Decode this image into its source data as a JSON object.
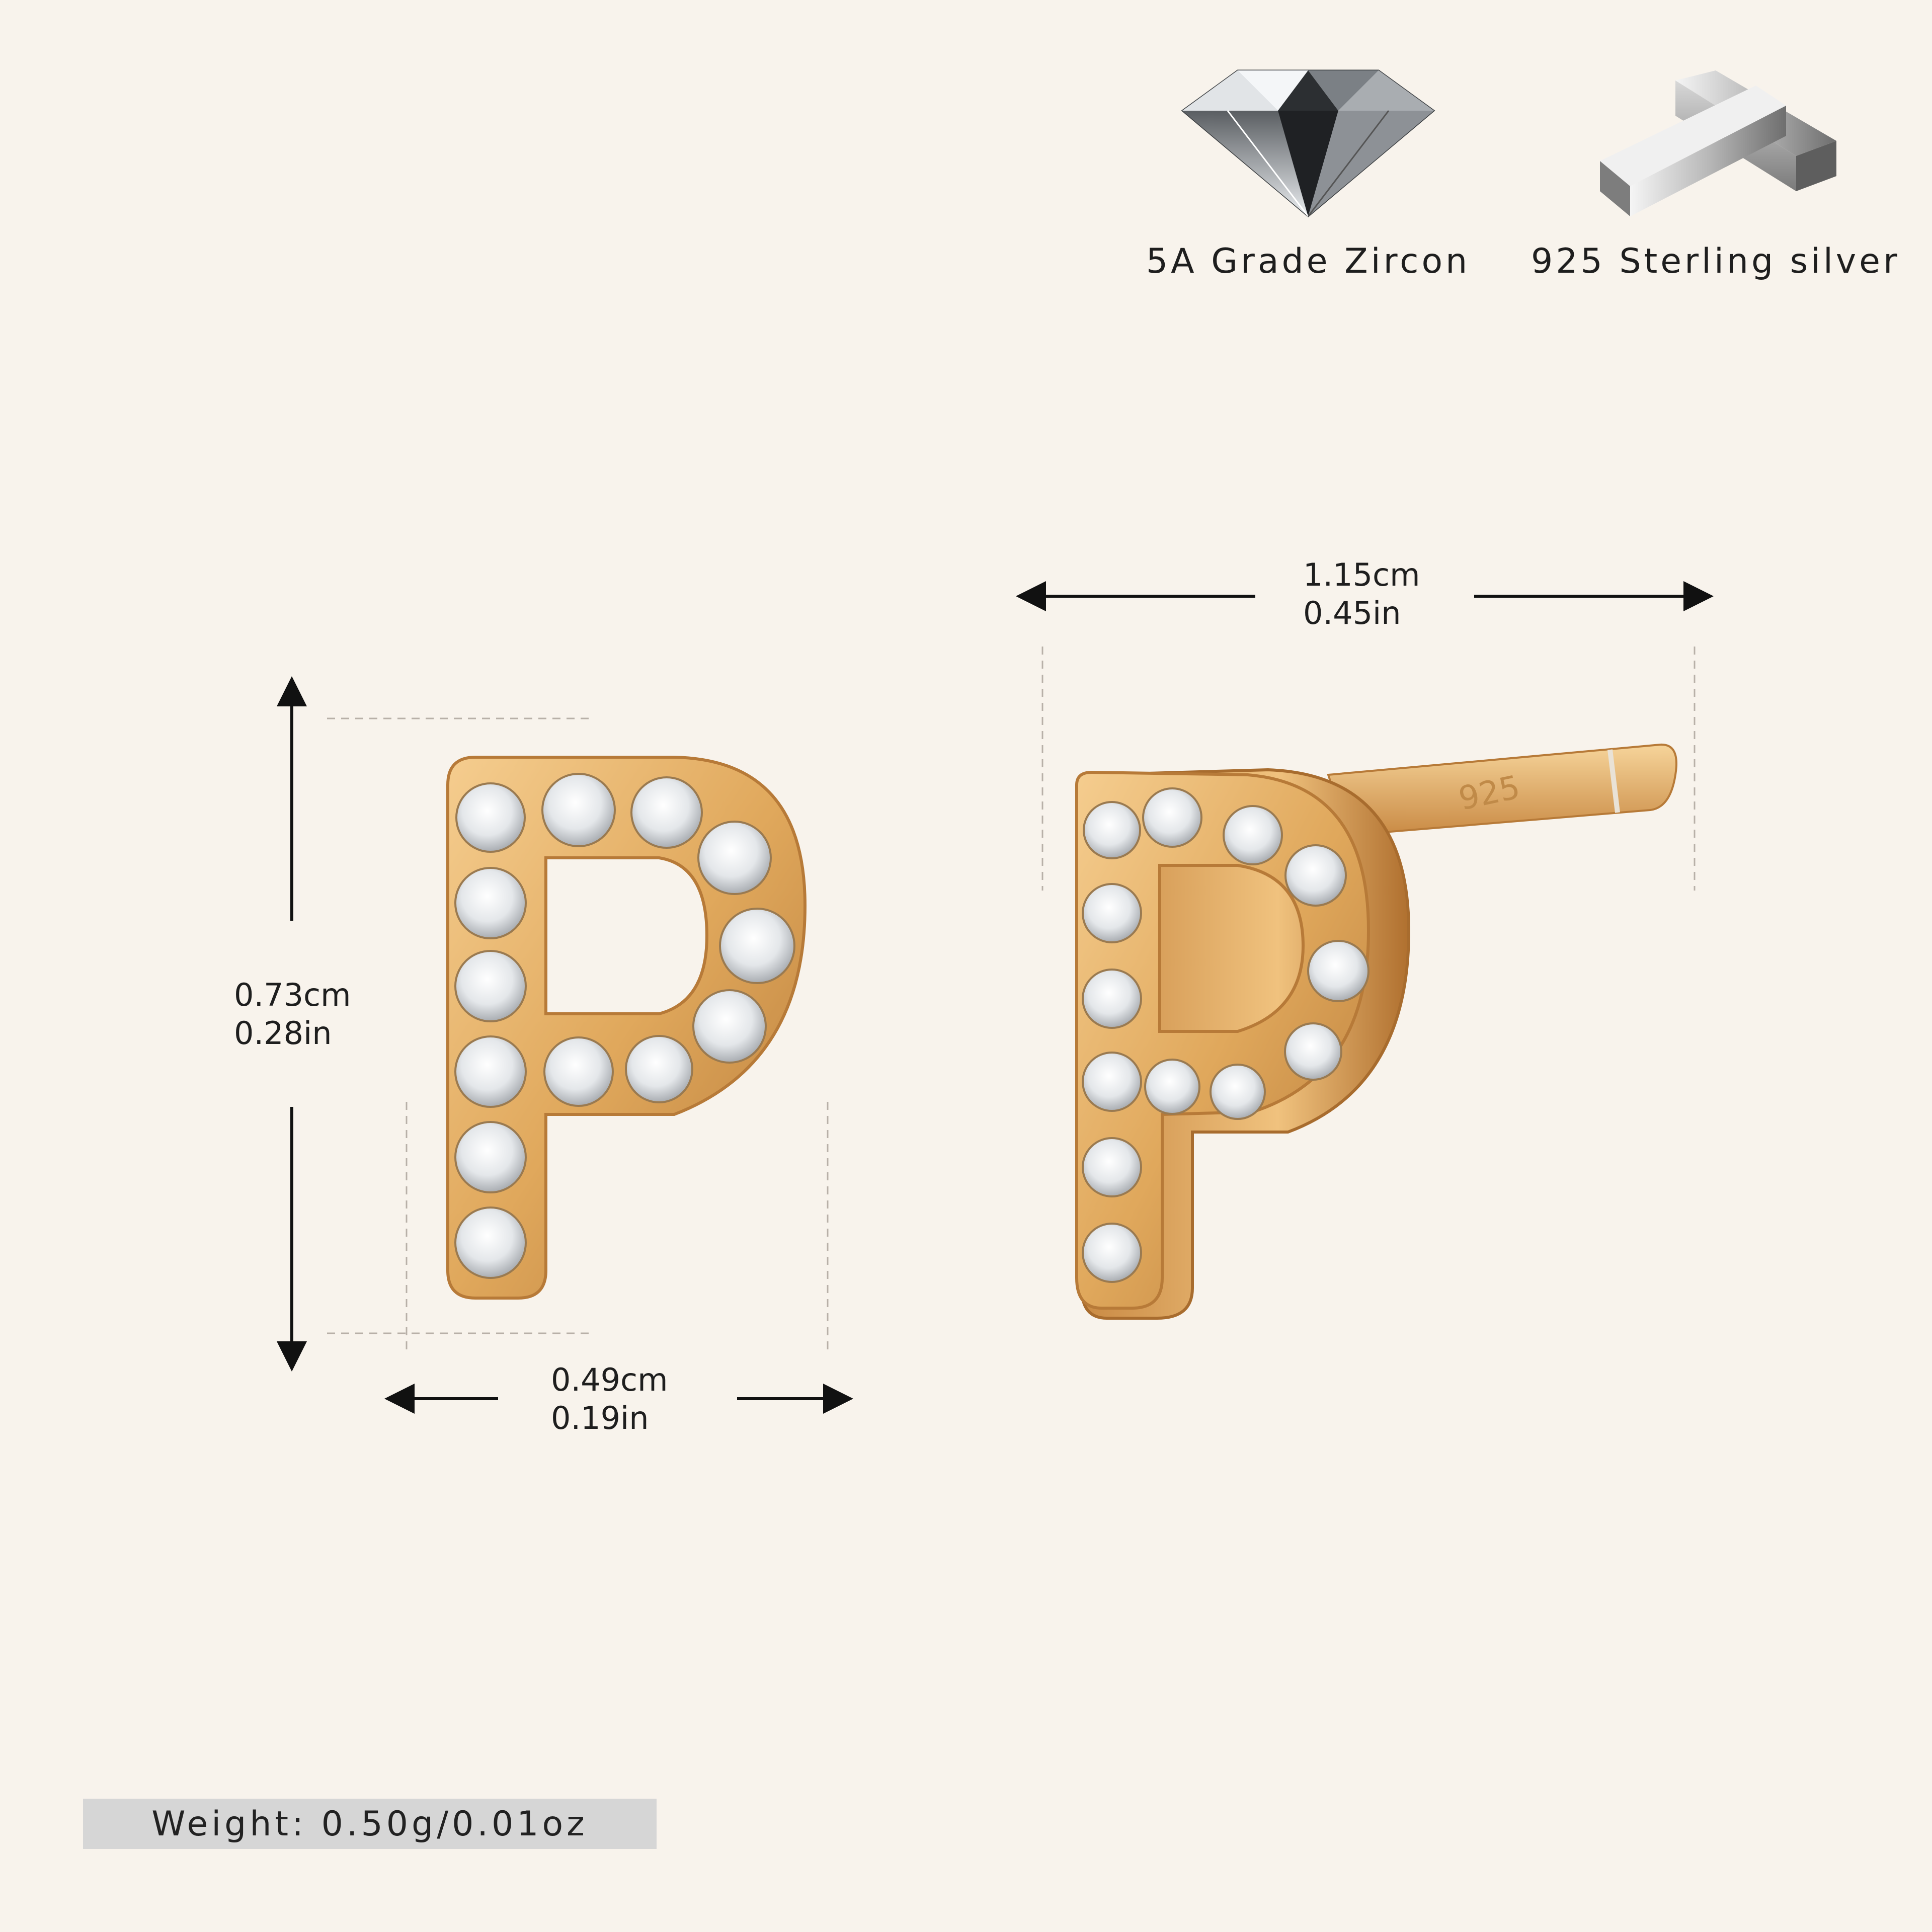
{
  "features": [
    {
      "label": "5A Grade Zircon",
      "icon": "diamond-icon"
    },
    {
      "label": "925 Sterling silver",
      "icon": "silver-bars-icon"
    }
  ],
  "dimensions": {
    "height_cm": "0.73cm",
    "height_in": "0.28in",
    "width_cm": "0.49cm",
    "width_in": "0.19in",
    "length_cm": "1.15cm",
    "length_in": "0.45in"
  },
  "weight": {
    "label": "Weight:  0.50g/0.01oz"
  },
  "product": {
    "letter": "P",
    "stamp": "925"
  },
  "colors": {
    "background": "#f8f3ec",
    "gold": "#e0a85c",
    "gold_dark": "#b77a38",
    "stone": "#eef0f2",
    "weight_bar": "#d6d6d6"
  }
}
